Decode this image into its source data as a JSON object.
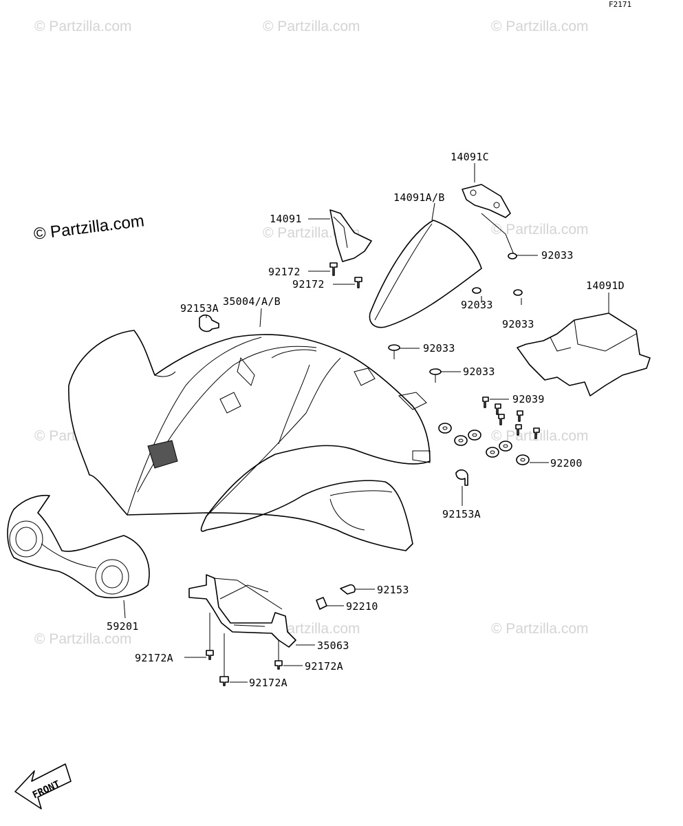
{
  "figure_code": "F2171",
  "watermark": "© Partzilla.com",
  "watermark_main": "© Partzilla.com",
  "front_arrow_label": "FRONT",
  "parts": {
    "p14091C": "14091C",
    "p14091AB": "14091A/B",
    "p14091": "14091",
    "p92033_a": "92033",
    "p92172_a": "92172",
    "p92172_b": "92172",
    "p92153A_a": "92153A",
    "p35004AB": "35004/A/B",
    "p92033_b": "92033",
    "p92033_c": "92033",
    "p14091D": "14091D",
    "p92033_d": "92033",
    "p92033_e": "92033",
    "p92039": "92039",
    "p92200": "92200",
    "p92153A_b": "92153A",
    "p92153": "92153",
    "p92210": "92210",
    "p59201": "59201",
    "p35063": "35063",
    "p92172A_a": "92172A",
    "p92172A_b": "92172A",
    "p92172A_c": "92172A"
  }
}
